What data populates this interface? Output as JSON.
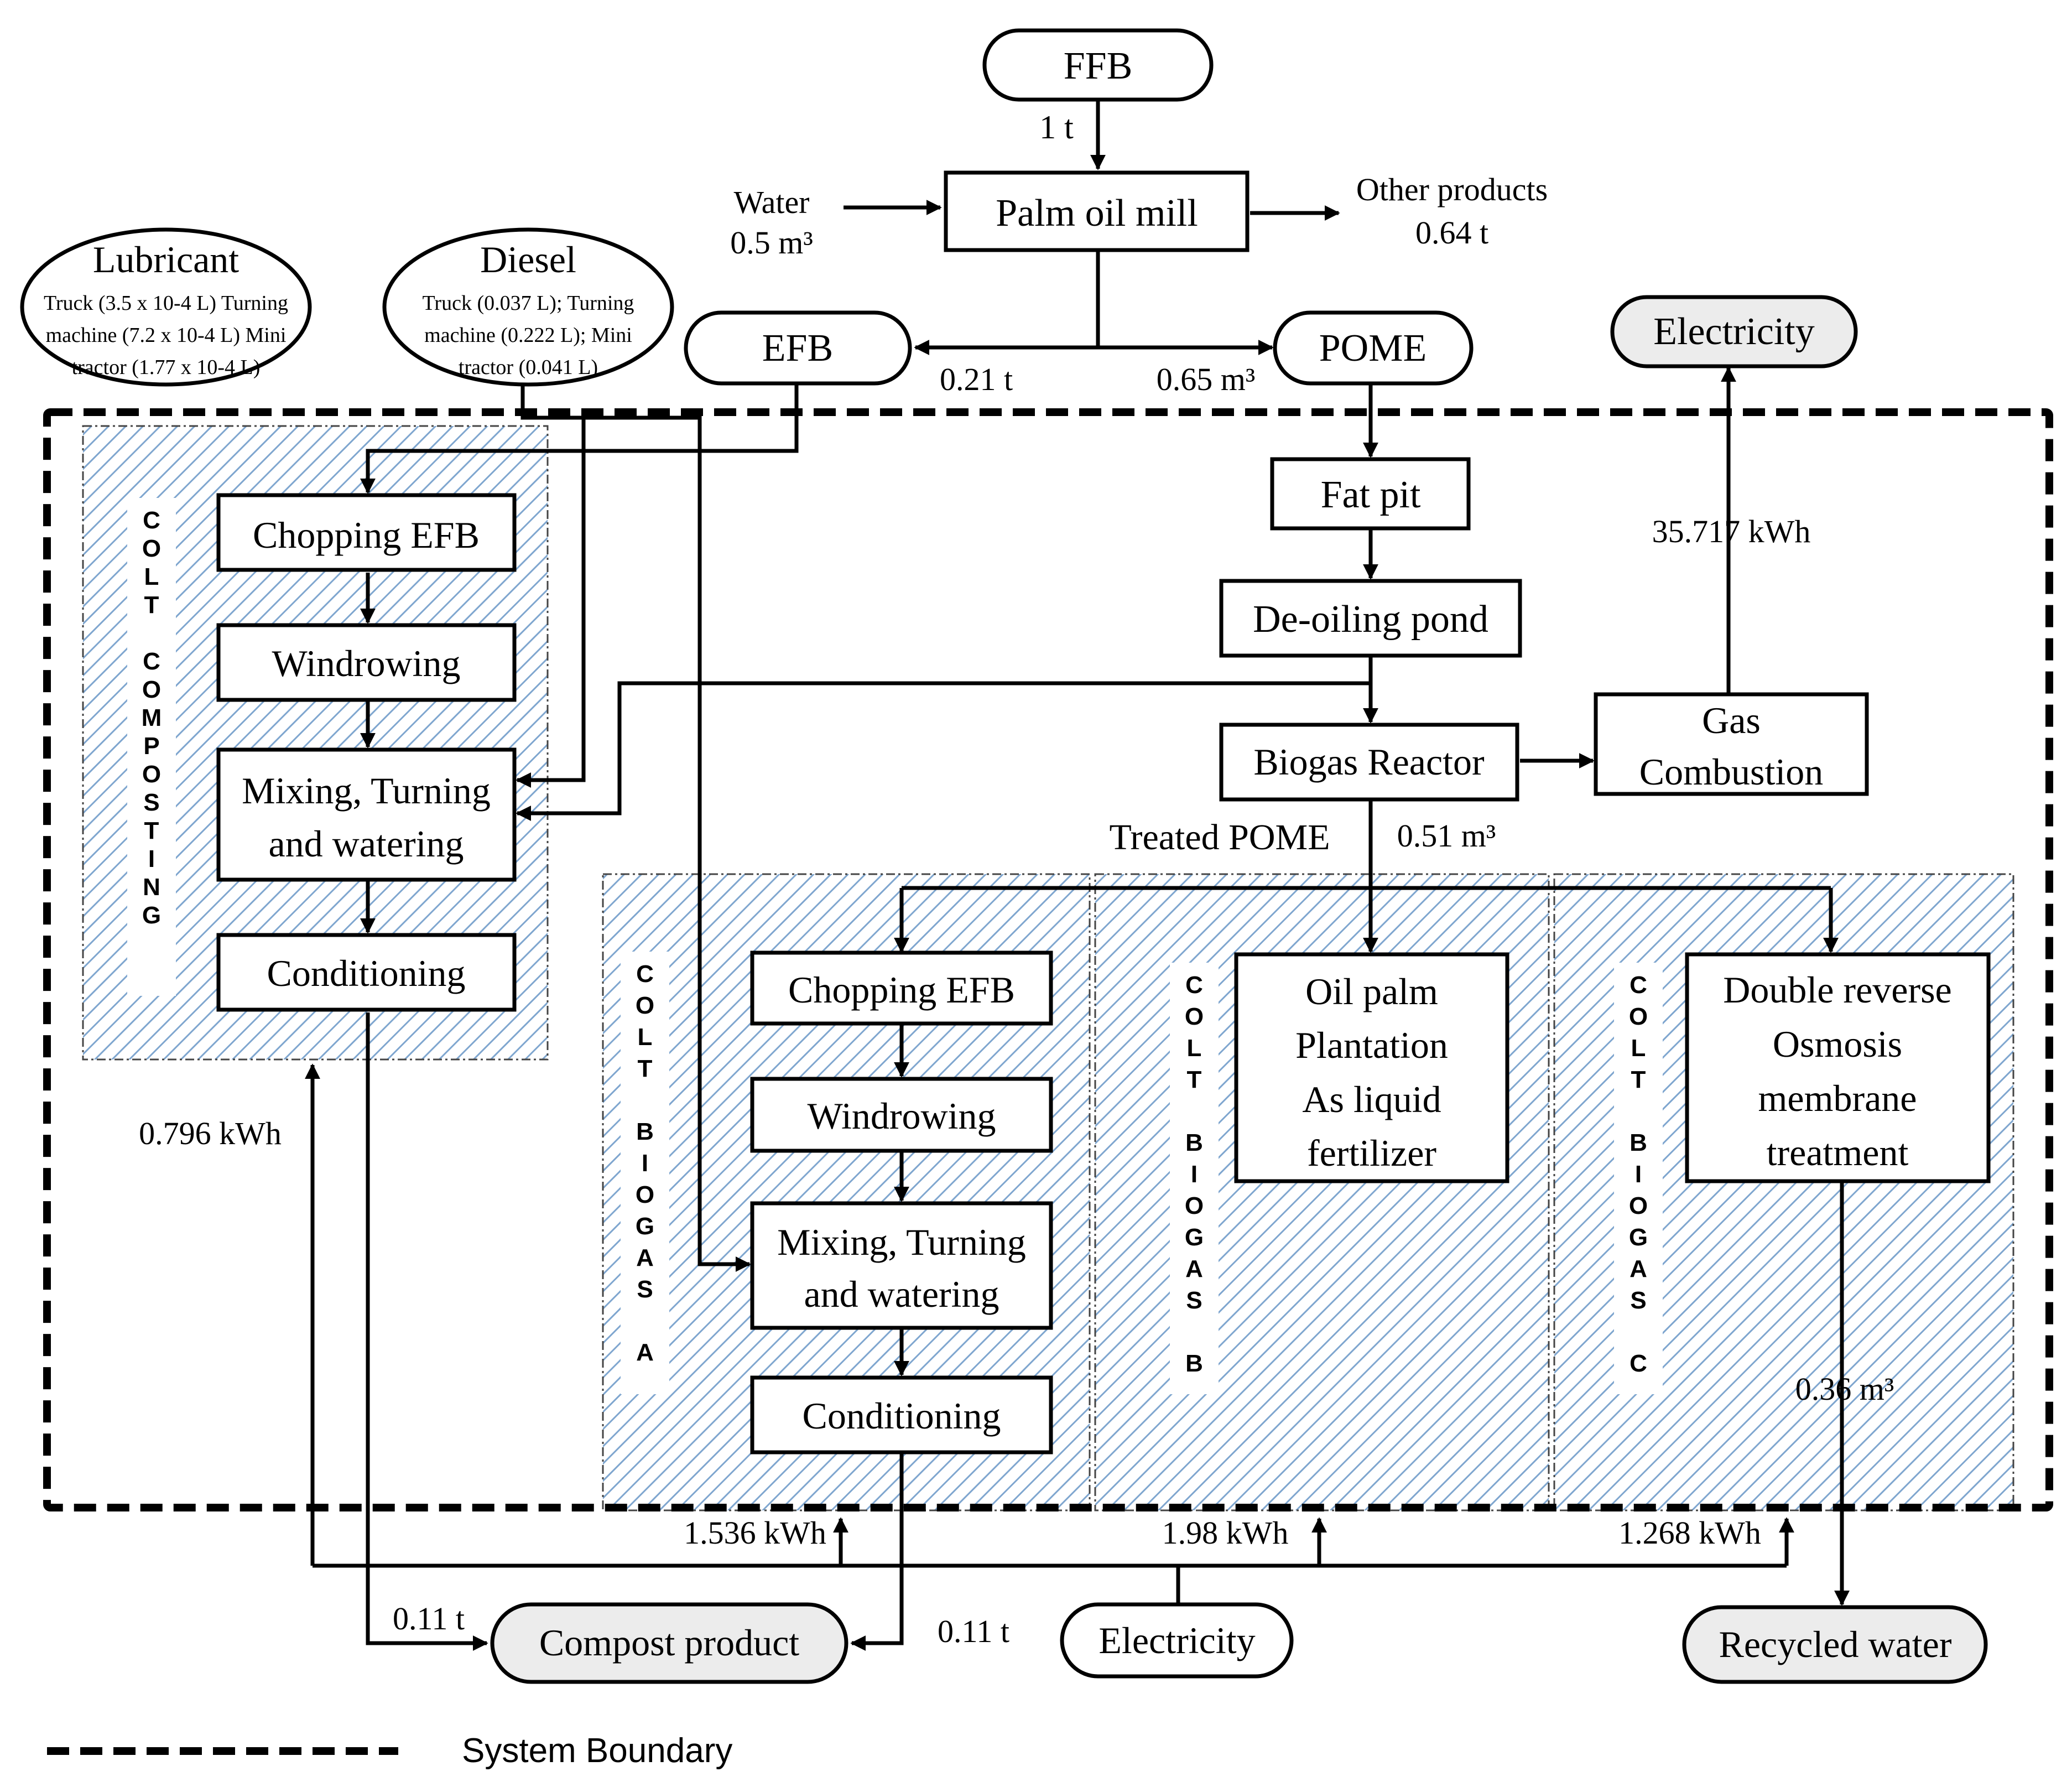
{
  "colors": {
    "hatch": "#7fa6cf",
    "terminal_grey": "#ececec",
    "line": "#000000"
  },
  "nodes": {
    "ffb": "FFB",
    "palm_oil_mill": "Palm oil mill",
    "efb": "EFB",
    "pome": "POME",
    "electricity_out": "Electricity",
    "lubricant": {
      "title": "Lubricant",
      "line1": "Truck (3.5 x 10-4 L) Turning",
      "line2": "machine (7.2 x 10-4 L) Mini",
      "line3": "tractor (1.77 x 10-4 L)"
    },
    "diesel": {
      "title": "Diesel",
      "line1": "Truck (0.037 L); Turning",
      "line2": "machine (0.222 L); Mini",
      "line3": "tractor (0.041 L)"
    },
    "fat_pit": "Fat pit",
    "deoiling_pond": "De-oiling pond",
    "biogas_reactor": "Biogas Reactor",
    "gas_combustion": {
      "line1": "Gas",
      "line2": "Combustion"
    },
    "colt_composting": {
      "chopping": "Chopping EFB",
      "windrowing": "Windrowing",
      "mixing": {
        "line1": "Mixing, Turning",
        "line2": "and watering"
      },
      "conditioning": "Conditioning"
    },
    "colt_biogas_a": {
      "chopping": "Chopping EFB",
      "windrowing": "Windrowing",
      "mixing": {
        "line1": "Mixing, Turning",
        "line2": "and watering"
      },
      "conditioning": "Conditioning"
    },
    "oil_palm_plantation": {
      "line1": "Oil palm",
      "line2": "Plantation",
      "line3": "As liquid",
      "line4": "fertilizer"
    },
    "double_ro": {
      "line1": "Double reverse",
      "line2": "Osmosis",
      "line3": "membrane",
      "line4": "treatment"
    },
    "compost_product": "Compost product",
    "electricity_in": "Electricity",
    "recycled_water": "Recycled water"
  },
  "flows": {
    "ffb_in": "1 t",
    "water_label": "Water",
    "water_value": "0.5 m³",
    "other_products_label": "Other products",
    "other_products_value": "0.64 t",
    "efb_out": "0.21 t",
    "pome_out": "0.65 m³",
    "electricity_generated": "35.717 kWh",
    "treated_pome_label": "Treated POME",
    "treated_pome_value": "0.51 m³",
    "elec_composting": "0.796 kWh",
    "elec_biogas_a": "1.536 kWh",
    "elec_biogas_b": "1.98 kWh",
    "elec_biogas_c": "1.268 kWh",
    "recycled_water_value": "0.36 m³",
    "compost_from_composting": "0.11 t",
    "compost_from_biogas_a": "0.11 t"
  },
  "regions": {
    "colt_composting": [
      "C",
      "O",
      "L",
      "T",
      "",
      "C",
      "O",
      "M",
      "P",
      "O",
      "S",
      "T",
      "I",
      "N",
      "G"
    ],
    "colt_biogas_a": [
      "C",
      "O",
      "L",
      "T",
      "",
      "B",
      "I",
      "O",
      "G",
      "A",
      "S",
      "",
      "A"
    ],
    "colt_biogas_b": [
      "C",
      "O",
      "L",
      "T",
      "",
      "B",
      "I",
      "O",
      "G",
      "A",
      "S",
      "",
      "B"
    ],
    "colt_biogas_c": [
      "C",
      "O",
      "L",
      "T",
      "",
      "B",
      "I",
      "O",
      "G",
      "A",
      "S",
      "",
      "C"
    ]
  },
  "legend": {
    "system_boundary": "System Boundary"
  }
}
